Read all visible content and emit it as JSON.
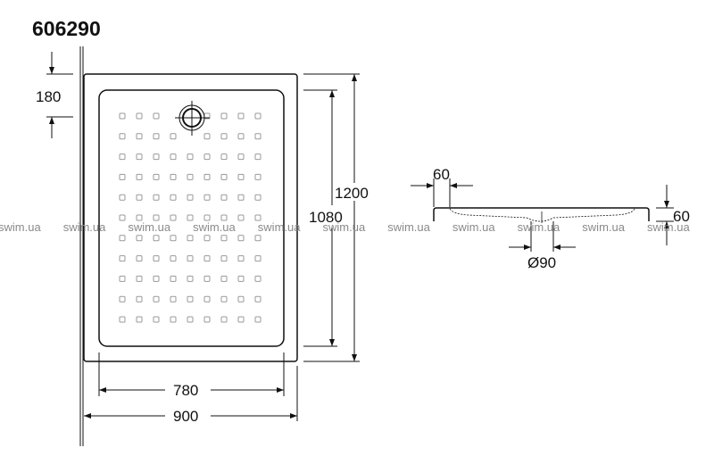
{
  "title": "606290",
  "top_view": {
    "drain_offset": "180",
    "inner_length": "1080",
    "outer_length": "1200",
    "inner_width": "780",
    "outer_width": "900",
    "grid": {
      "rows": 11,
      "cols": 9
    }
  },
  "side_view": {
    "rim_width": "60",
    "height": "60",
    "drain_diameter": "Ø90"
  },
  "watermark": "swim.ua",
  "colors": {
    "line": "#111111",
    "dots": "#999999",
    "watermark": "#8a8a8a"
  }
}
